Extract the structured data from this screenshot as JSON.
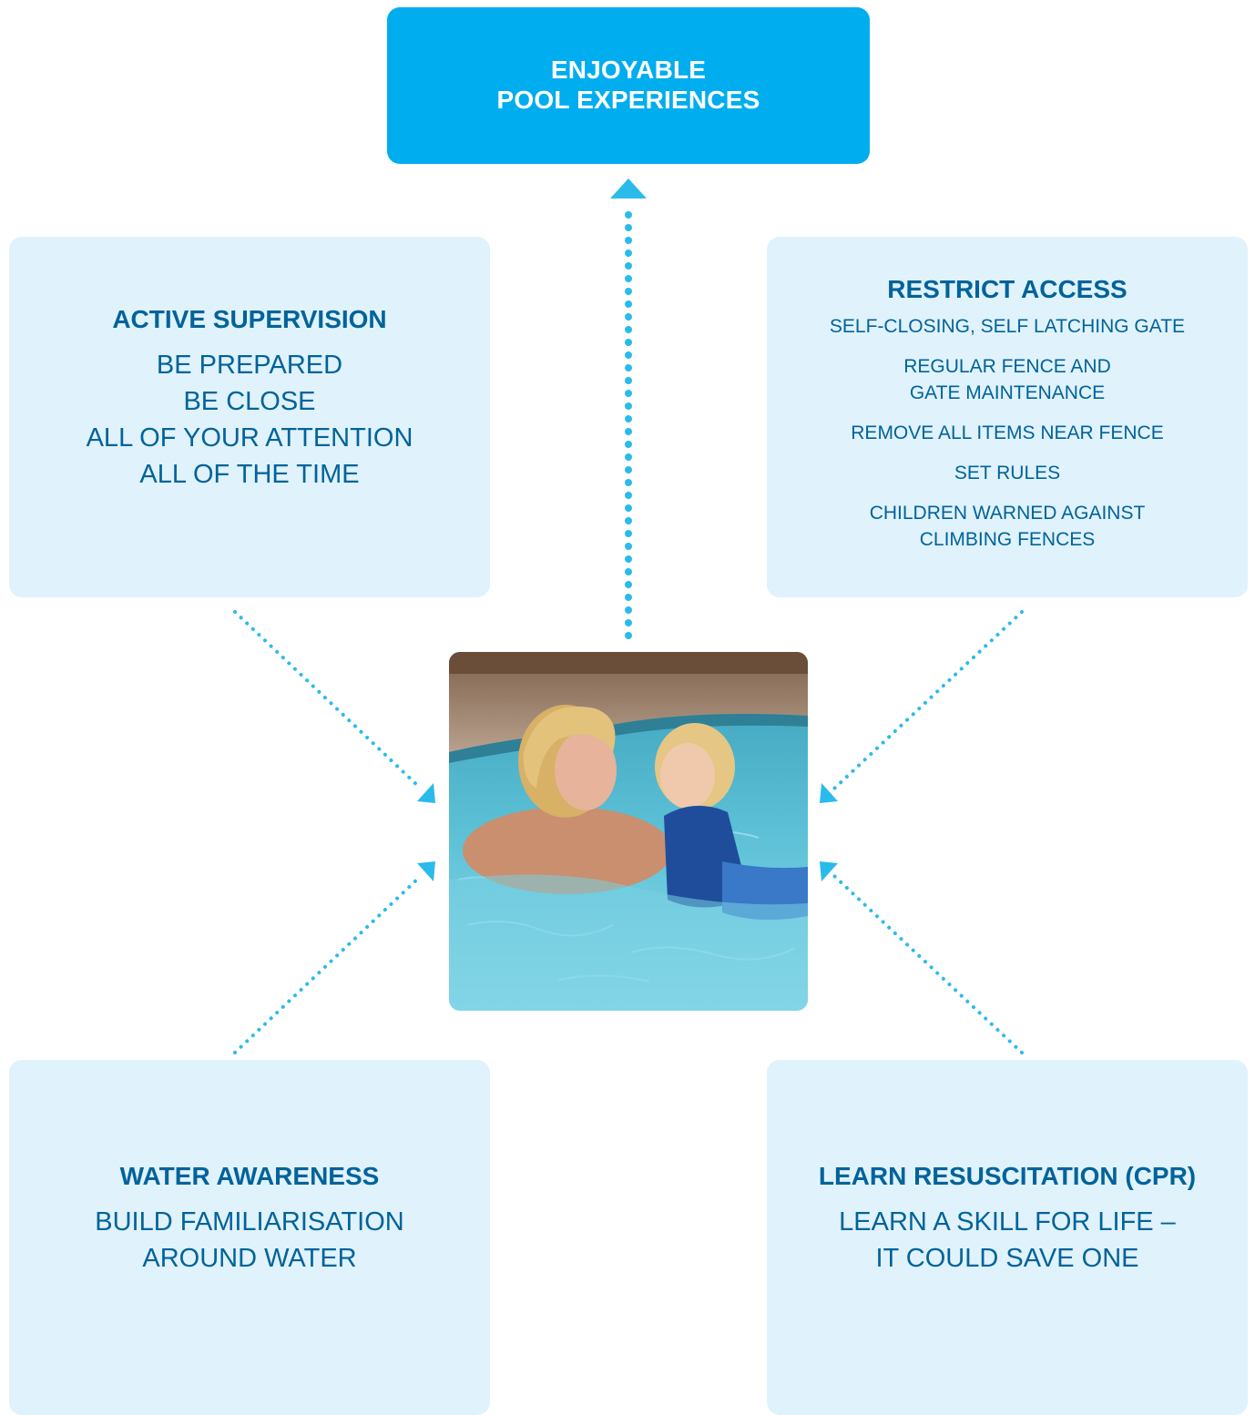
{
  "goal": {
    "lines": [
      "ENJOYABLE",
      "POOL EXPERIENCES"
    ]
  },
  "active_supervision": {
    "title": "ACTIVE SUPERVISION",
    "lines": [
      "BE PREPARED",
      "BE CLOSE",
      "ALL OF YOUR ATTENTION",
      "ALL OF THE TIME"
    ]
  },
  "restrict_access": {
    "title": "RESTRICT ACCESS",
    "items": [
      [
        "SELF-CLOSING, SELF LATCHING GATE"
      ],
      [
        "REGULAR FENCE AND",
        "GATE MAINTENANCE"
      ],
      [
        "REMOVE ALL ITEMS NEAR FENCE"
      ],
      [
        "SET RULES"
      ],
      [
        "CHILDREN WARNED AGAINST",
        "CLIMBING FENCES"
      ]
    ]
  },
  "water_awareness": {
    "title": "WATER AWARENESS",
    "lines": [
      "BUILD FAMILIARISATION",
      "AROUND WATER"
    ]
  },
  "learn_cpr": {
    "title": "LEARN RESUSCITATION (CPR)",
    "lines": [
      "LEARN A SKILL FOR LIFE –",
      "IT COULD SAVE ONE"
    ]
  },
  "colors": {
    "accent": "#00adef",
    "card_bg": "#e0f2fb",
    "text": "#00639a",
    "arrow": "#2bbbea"
  }
}
